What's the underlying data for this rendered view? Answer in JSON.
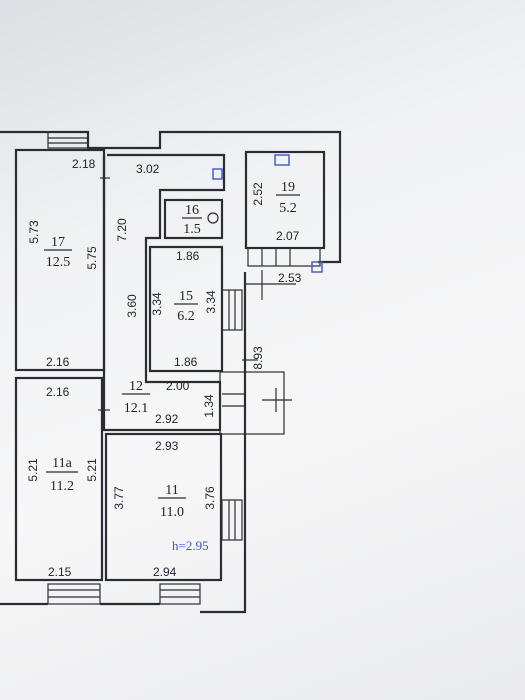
{
  "plan": {
    "rooms": [
      {
        "id": "17",
        "number": "17",
        "area": "12.5"
      },
      {
        "id": "16",
        "number": "16",
        "area": "1.5"
      },
      {
        "id": "15",
        "number": "15",
        "area": "6.2"
      },
      {
        "id": "19",
        "number": "19",
        "area": "5.2"
      },
      {
        "id": "12",
        "number": "12",
        "area": "12.1"
      },
      {
        "id": "11a",
        "number": "11а",
        "area": "11.2"
      },
      {
        "id": "11",
        "number": "11",
        "area": "11.0"
      }
    ],
    "dimensions": {
      "d_218": "2.18",
      "d_302": "3.02",
      "d_573": "5.73",
      "d_575": "5.75",
      "d_720": "7.20",
      "d_216_top": "2.16",
      "d_216_bottom": "2.16",
      "d_186_top": "1.86",
      "d_186_bottom": "1.86",
      "d_360": "3.60",
      "d_334_l": "3.34",
      "d_334_r": "3.34",
      "d_252": "2.52",
      "d_207": "2.07",
      "d_253": "2.53",
      "d_893": "8.93",
      "d_200": "2.00",
      "d_134": "1.34",
      "d_292": "2.92",
      "d_293": "2.93",
      "d_521_l": "5.21",
      "d_521_r": "5.21",
      "d_377": "3.77",
      "d_376": "3.76",
      "d_215": "2.15",
      "d_294": "2.94"
    },
    "height_note": "h=2.95"
  }
}
